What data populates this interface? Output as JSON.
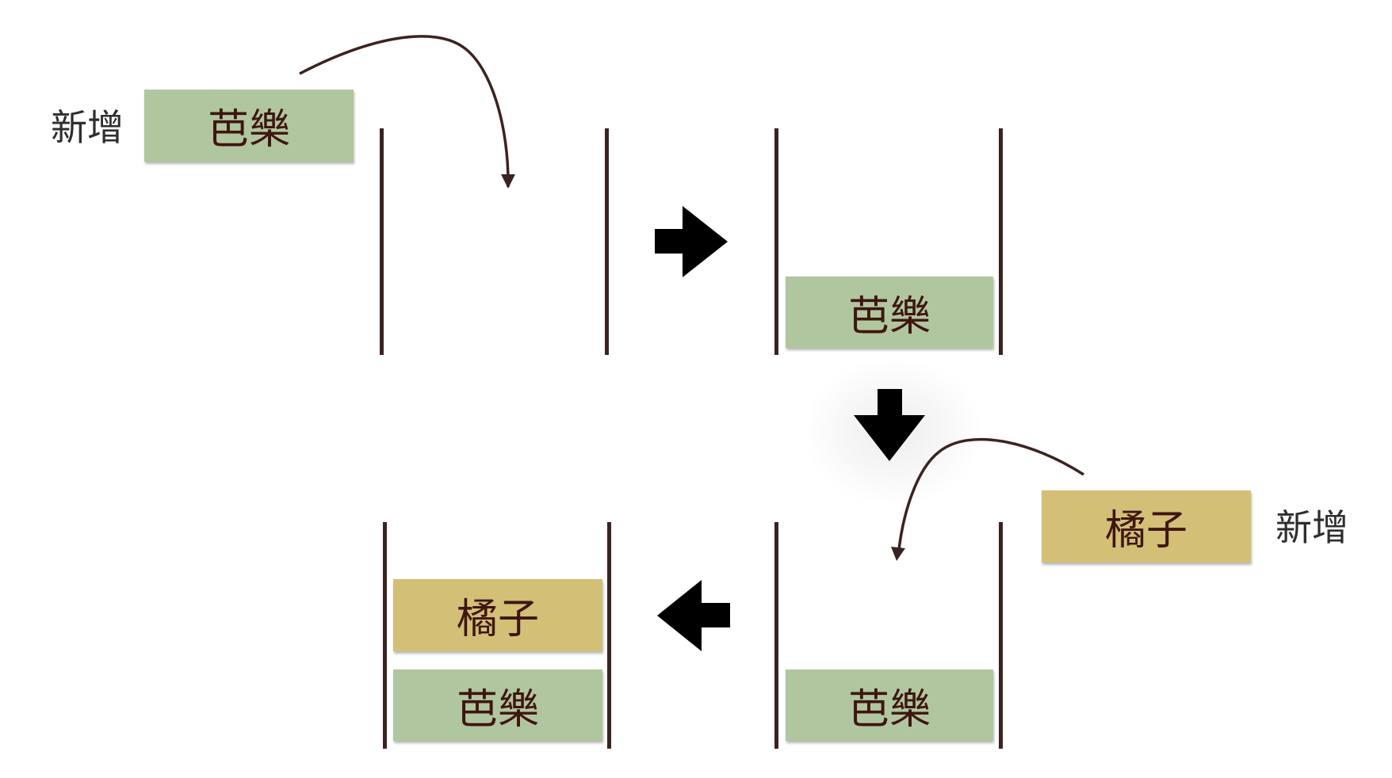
{
  "colors": {
    "banana_fill": "#b0c69e",
    "orange_fill": "#d3bf76",
    "wall": "#3a2420",
    "block_text": "#3e1510",
    "curve": "#3a2420",
    "step_arrow": "#000000"
  },
  "steps": [
    {
      "incoming_label": "新增",
      "incoming_item": "芭樂",
      "stack_items": []
    },
    {
      "stack_items": [
        "芭樂"
      ]
    },
    {
      "incoming_label": "新增",
      "incoming_item": "橘子",
      "stack_items": [
        "芭樂"
      ]
    },
    {
      "stack_items": [
        "橘子",
        "芭樂"
      ]
    }
  ],
  "icons": {
    "step_arrows": [
      "arrow-right-icon",
      "arrow-down-icon",
      "arrow-left-icon"
    ],
    "push_arrows": [
      "curved-arrow-icon",
      "curved-arrow-icon"
    ]
  }
}
